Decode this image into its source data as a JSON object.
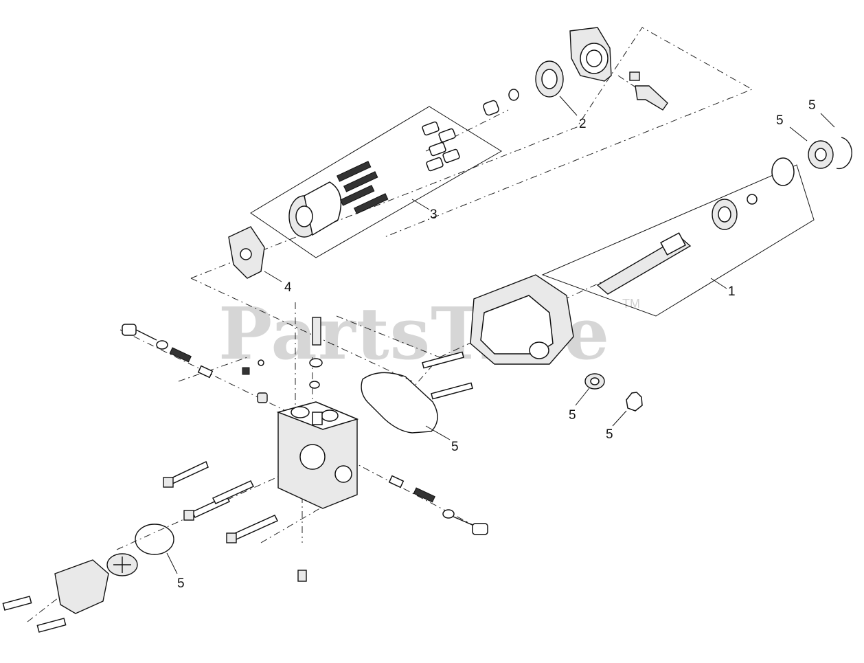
{
  "watermark": {
    "text": "PartsTree",
    "tm": "TM"
  },
  "callouts": [
    {
      "id": "c1",
      "label": "1"
    },
    {
      "id": "c2",
      "label": "2"
    },
    {
      "id": "c3",
      "label": "3"
    },
    {
      "id": "c4",
      "label": "4"
    },
    {
      "id": "c5a",
      "label": "5"
    },
    {
      "id": "c5b",
      "label": "5"
    },
    {
      "id": "c5c",
      "label": "5"
    },
    {
      "id": "c5d",
      "label": "5"
    },
    {
      "id": "c5e",
      "label": "5"
    },
    {
      "id": "c5f",
      "label": "5"
    }
  ]
}
